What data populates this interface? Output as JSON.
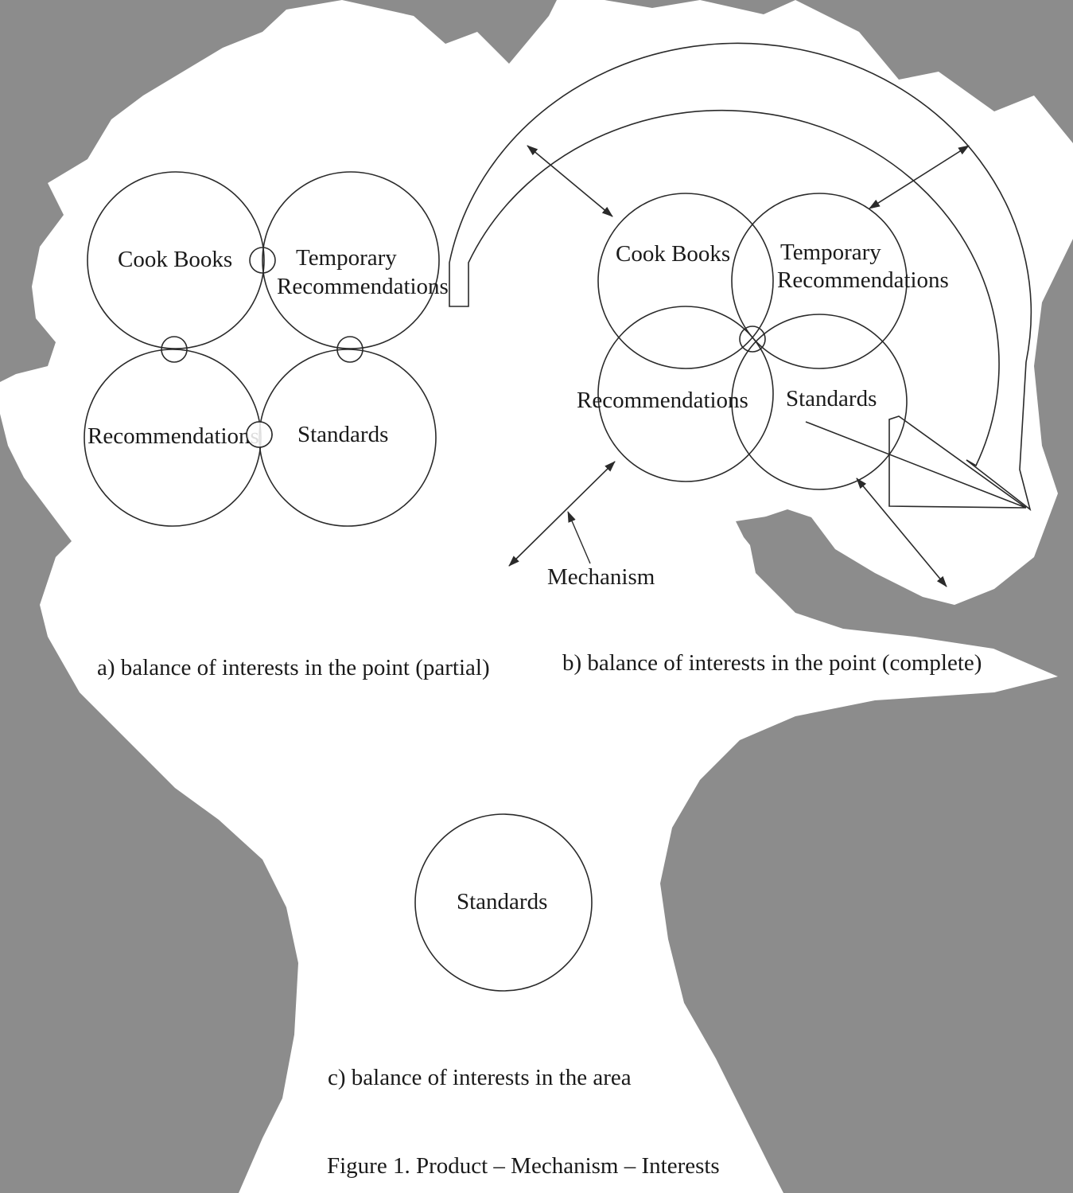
{
  "colors": {
    "background_gray": "#8c8c8c",
    "paper": "#ffffff",
    "line": "#2a2a2a"
  },
  "diagram_a": {
    "cook_books": "Cook Books",
    "temporary_line1": "Temporary",
    "temporary_line2": "Recommendations",
    "recommendations": "Recommendations",
    "standards": "Standards",
    "caption": "a) balance of interests in the point (partial)"
  },
  "diagram_b": {
    "cook_books": "Cook Books",
    "temporary_line1": "Temporary",
    "temporary_line2": "Recommendations",
    "recommendations": "Recommendations",
    "standards": "Standards",
    "mechanism": "Mechanism",
    "caption": "b) balance of interests in the point (complete)"
  },
  "diagram_c": {
    "standards": "Standards",
    "caption": "c) balance of interests in the area"
  },
  "figure_title": "Figure 1. Product – Mechanism – Interests"
}
